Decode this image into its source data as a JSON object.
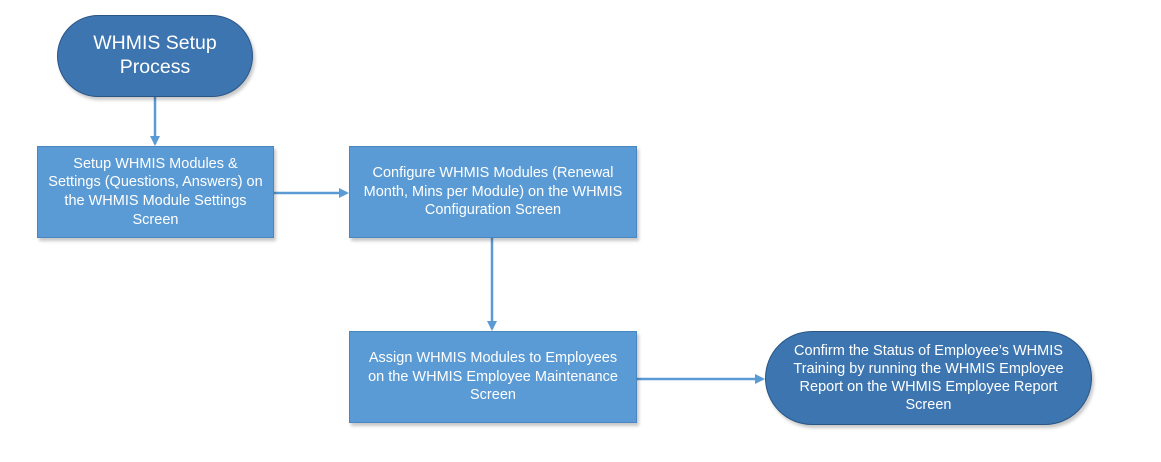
{
  "diagram": {
    "start": {
      "label": "WHMIS Setup Process"
    },
    "steps": [
      {
        "label": "Setup WHMIS Modules & Settings (Questions, Answers) on the WHMIS Module Settings Screen"
      },
      {
        "label": "Configure WHMIS Modules (Renewal Month, Mins per Module) on the WHMIS Configuration Screen"
      },
      {
        "label": "Assign WHMIS Modules to Employees on the WHMIS Employee Maintenance Screen"
      }
    ],
    "end": {
      "label": "Confirm the Status of Employee’s WHMIS Training by running the WHMIS Employee Report on the WHMIS Employee Report Screen"
    },
    "colors": {
      "process_fill": "#5b9bd5",
      "terminator_fill": "#3d75b0",
      "connector": "#5b9bd5"
    }
  }
}
